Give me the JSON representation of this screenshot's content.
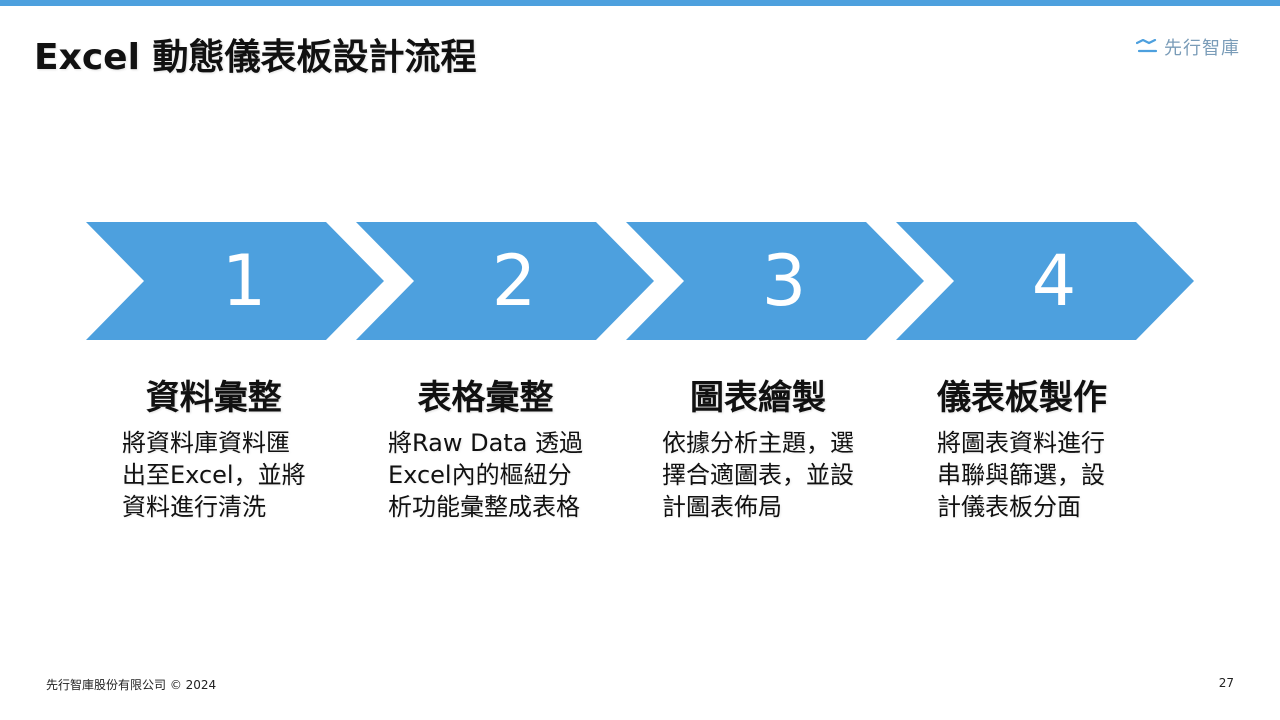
{
  "header": {
    "title": "Excel 動態儀表板設計流程",
    "brand_name": "先行智庫",
    "brand_logo_icon": "brand-wave-icon"
  },
  "colors": {
    "accent": "#4da0de",
    "arrow_fill": "#4da0de",
    "text": "#111111"
  },
  "steps": [
    {
      "number": "1",
      "heading": "資料彙整",
      "desc_lines": [
        "將資料庫資料匯",
        "出至Excel，並將",
        "資料進行清洗"
      ]
    },
    {
      "number": "2",
      "heading": "表格彙整",
      "desc_lines": [
        "將Raw Data 透過",
        "Excel內的樞紐分",
        "析功能彙整成表格"
      ]
    },
    {
      "number": "3",
      "heading": "圖表繪製",
      "desc_lines": [
        "依據分析主題，選",
        "擇合適圖表，並設",
        "計圖表佈局"
      ]
    },
    {
      "number": "4",
      "heading": "儀表板製作",
      "desc_lines": [
        "將圖表資料進行",
        "串聯與篩選，設",
        "計儀表板分面"
      ]
    }
  ],
  "footer": {
    "copyright": "先行智庫股份有限公司 © 2024",
    "page_number": "27"
  }
}
